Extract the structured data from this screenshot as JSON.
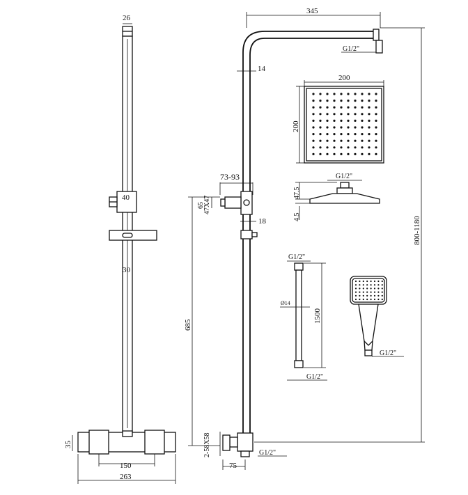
{
  "labels": {
    "riser_top_width": "26",
    "bracket_width": "40",
    "pipe_dia": "30",
    "valve_height": "35",
    "valve_centers": "150",
    "valve_width": "263",
    "arm_length": "345",
    "pipe_14": "14",
    "arm_thread": "G1/2\"",
    "head_width": "200",
    "head_height": "200",
    "head_thread": "G1/2\"",
    "head_top_h": "47.5",
    "head_bottom_h": "4.5",
    "bracket_range": "73-93",
    "bracket_size": "47X47",
    "bracket_65": "65",
    "bracket_18": "18",
    "slide_height": "685",
    "inlet_spec": "2-58X58",
    "inlet_thread": "G1/2\"",
    "inlet_75": "75",
    "total_height": "800-1180",
    "hose_thread_top": "G1/2\"",
    "hose_dia": "Ø14",
    "hose_length": "1500",
    "hose_thread_bottom": "G1/2\"",
    "handset_thread": "G1/2\""
  }
}
